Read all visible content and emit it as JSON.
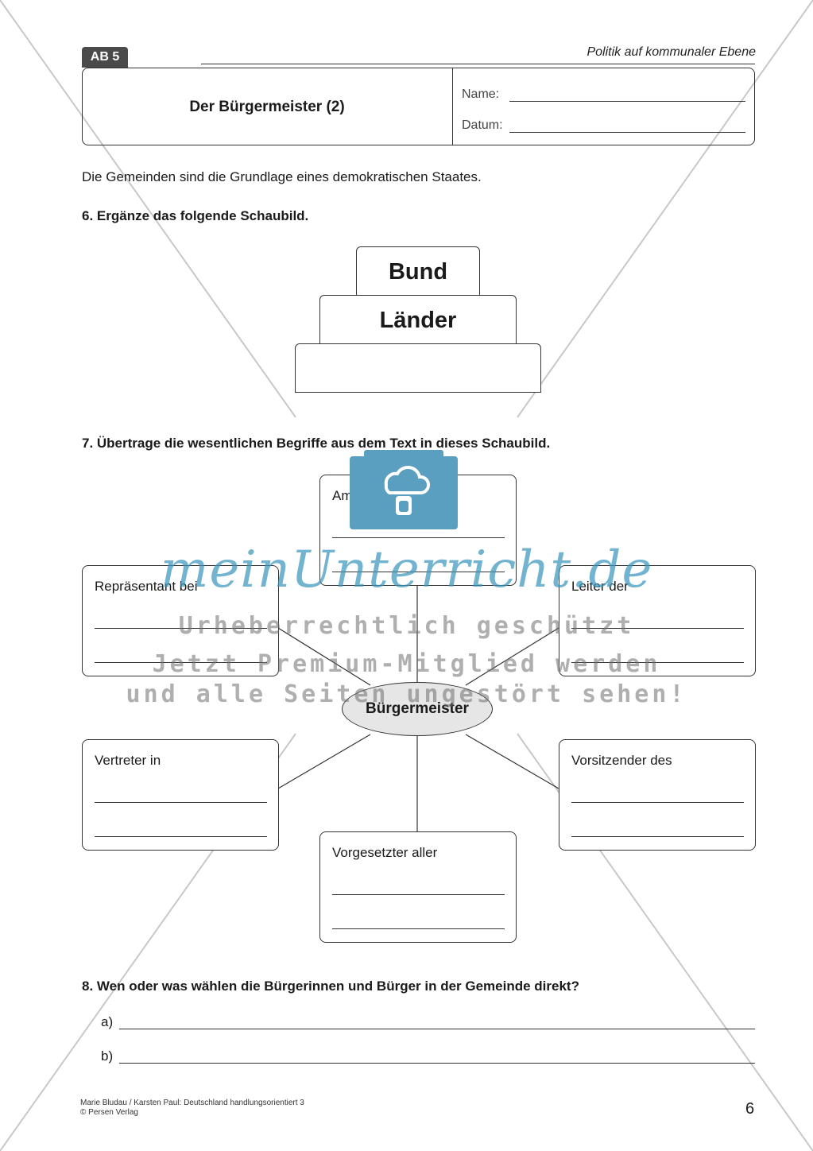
{
  "header": {
    "sheet_tag": "AB 5",
    "subject": "Politik auf kommunaler Ebene",
    "title": "Der Bürgermeister (2)",
    "name_label": "Name:",
    "date_label": "Datum:"
  },
  "intro": "Die Gemeinden sind die Grundlage eines demokratischen Staates.",
  "task6": {
    "heading": "6.  Ergänze das folgende Schaubild.",
    "pyramid": {
      "top": "Bund",
      "middle": "Länder",
      "bottom": ""
    }
  },
  "task7": {
    "heading": "7.  Übertrage die wesentlichen Begriffe aus dem Text in dieses Schaubild.",
    "center": "Bürgermeister",
    "boxes": {
      "top": "Amtszeit",
      "upper_left": "Repräsentant bei",
      "upper_right": "Leiter der",
      "lower_left": "Vertreter in",
      "lower_right": "Vorsitzender des",
      "bottom": "Vorgesetzter aller"
    }
  },
  "task8": {
    "heading": "8.  Wen oder was wählen die Bürgerinnen und Bürger in der Gemeinde direkt?",
    "answers": [
      "a)",
      "b)"
    ]
  },
  "footer": {
    "credit_line1": "Marie Bludau / Karsten Paul: Deutschland handlungsorientiert 3",
    "credit_line2": "© Persen Verlag",
    "page_number": "6"
  },
  "watermark": {
    "brand": "meinUnterricht.de",
    "line1": "Urheberrechtlich geschützt",
    "line2": "Jetzt Premium-Mitglied werden",
    "line3": "und alle Seiten ungestört sehen!",
    "icon": "briefcase-cloud-icon",
    "brand_color": "#5a9fc0"
  }
}
